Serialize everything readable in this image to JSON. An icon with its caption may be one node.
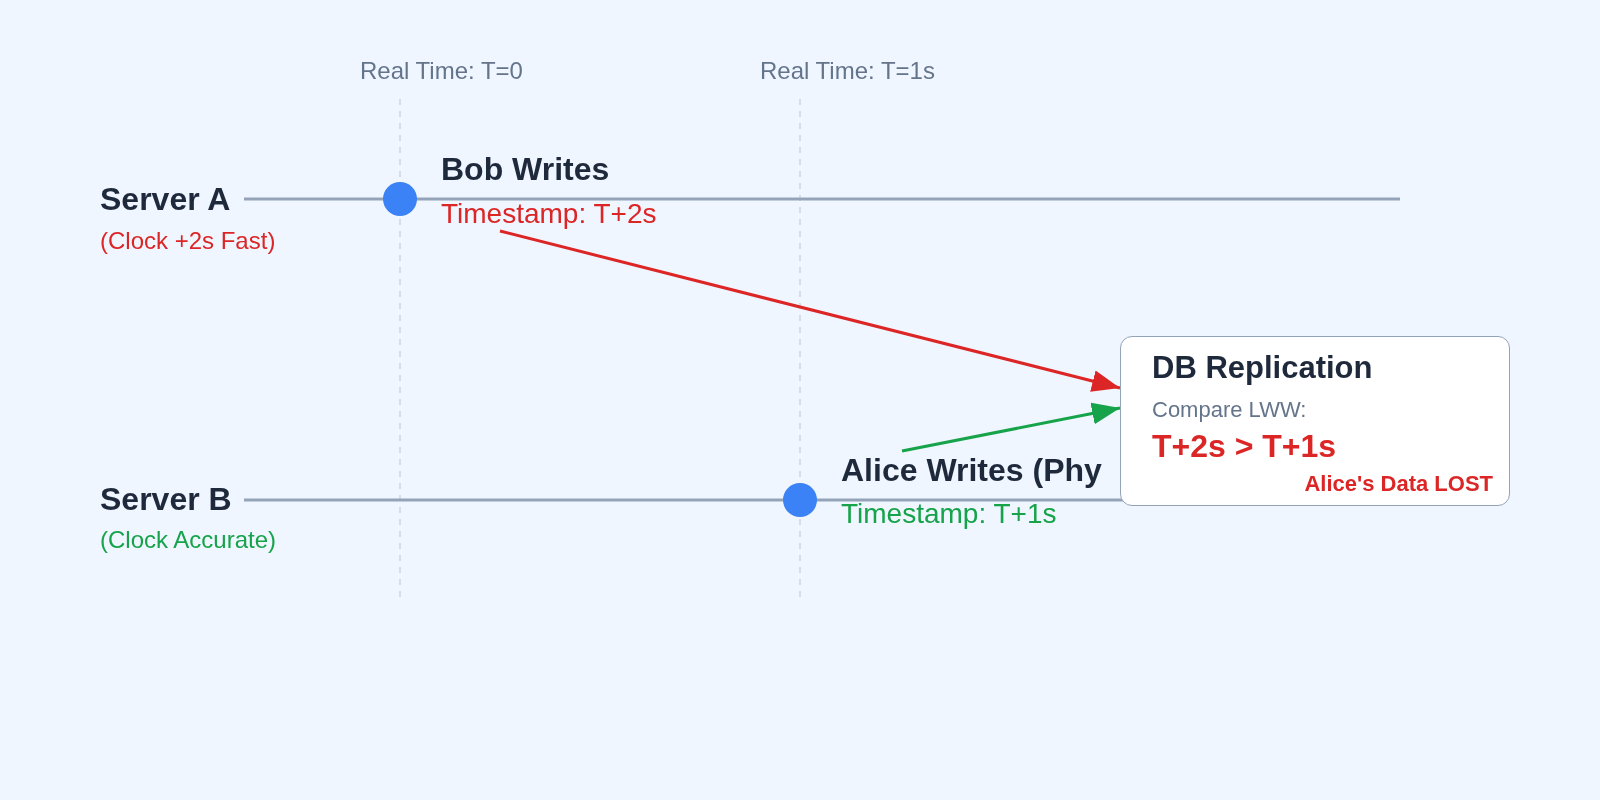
{
  "diagram": {
    "nodes": [
      {
        "text": [
          "Bob Writes",
          "Timestamp: T+2s"
        ]
      },
      {
        "text": [
          "DB Replication",
          "Compare LWW:",
          "T+2s > T+1s",
          "Alice's Data LOST"
        ]
      },
      {
        "text": [
          "Alice Writes (Phy",
          "Timestamp: T+1s"
        ]
      }
    ],
    "edges": [
      {
        "from": 0,
        "to": 1,
        "arrow": "to",
        "color": "#dc2626"
      },
      {
        "from": 2,
        "to": 1,
        "arrow": "to",
        "color": "#16a34a"
      }
    ],
    "labels": [
      "Real Time: T=0",
      "Real Time: T=1s",
      "Server A",
      "(Clock +2s Fast)",
      "Server B",
      "(Clock Accurate)"
    ]
  }
}
